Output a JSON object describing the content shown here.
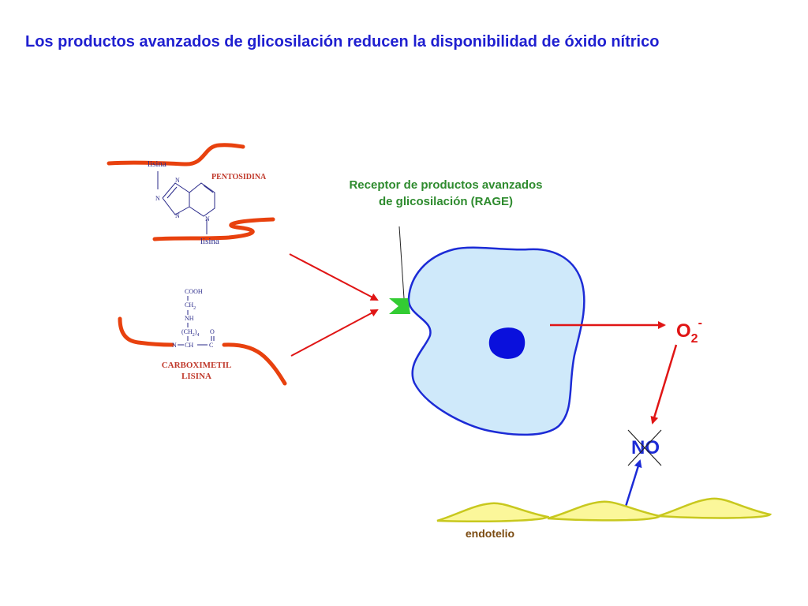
{
  "title": "Los productos avanzados de glicosilación reducen la disponibilidad de óxido nítrico",
  "rage": {
    "label_line1": "Receptor de productos avanzados",
    "label_line2": "de glicosilación (RAGE)"
  },
  "pentosidina": {
    "name": "PENTOSIDINA",
    "lysine_top": "lisina",
    "lysine_bottom": "lisina",
    "ring_atoms": [
      "N",
      "N",
      "N",
      "N"
    ]
  },
  "carboximetil": {
    "name_line1": "CARBOXIMETIL",
    "name_line2": "LISINA",
    "formula": {
      "cooh": "COOH",
      "ch2": "CH",
      "ch2_sub": "2",
      "nh": "NH",
      "chain": "(CH",
      "chain_sub": "2",
      "chain_close": ")",
      "chain_n": "4",
      "n": "N",
      "ch": "CH",
      "c": "C",
      "o": "O"
    }
  },
  "superoxide": {
    "base": "O",
    "sub": "2",
    "sup": "-"
  },
  "nitric_oxide": {
    "label": "NO"
  },
  "endothelium": {
    "label": "endotelio"
  },
  "colors": {
    "title": "#1f1fd0",
    "arrow_red": "#e01515",
    "cell_fill": "#cfe9fa",
    "cell_stroke": "#1c2bd6",
    "nucleus": "#0a10dc",
    "receptor": "#33cc33",
    "label_green": "#2e8b2e",
    "chain_orange": "#e8410e",
    "chem_text": "#2a2a8a",
    "chem_red": "#c0392b",
    "endo_fill": "#fbf79a",
    "endo_stroke": "#c8c81e",
    "endo_label": "#7a4a10"
  }
}
